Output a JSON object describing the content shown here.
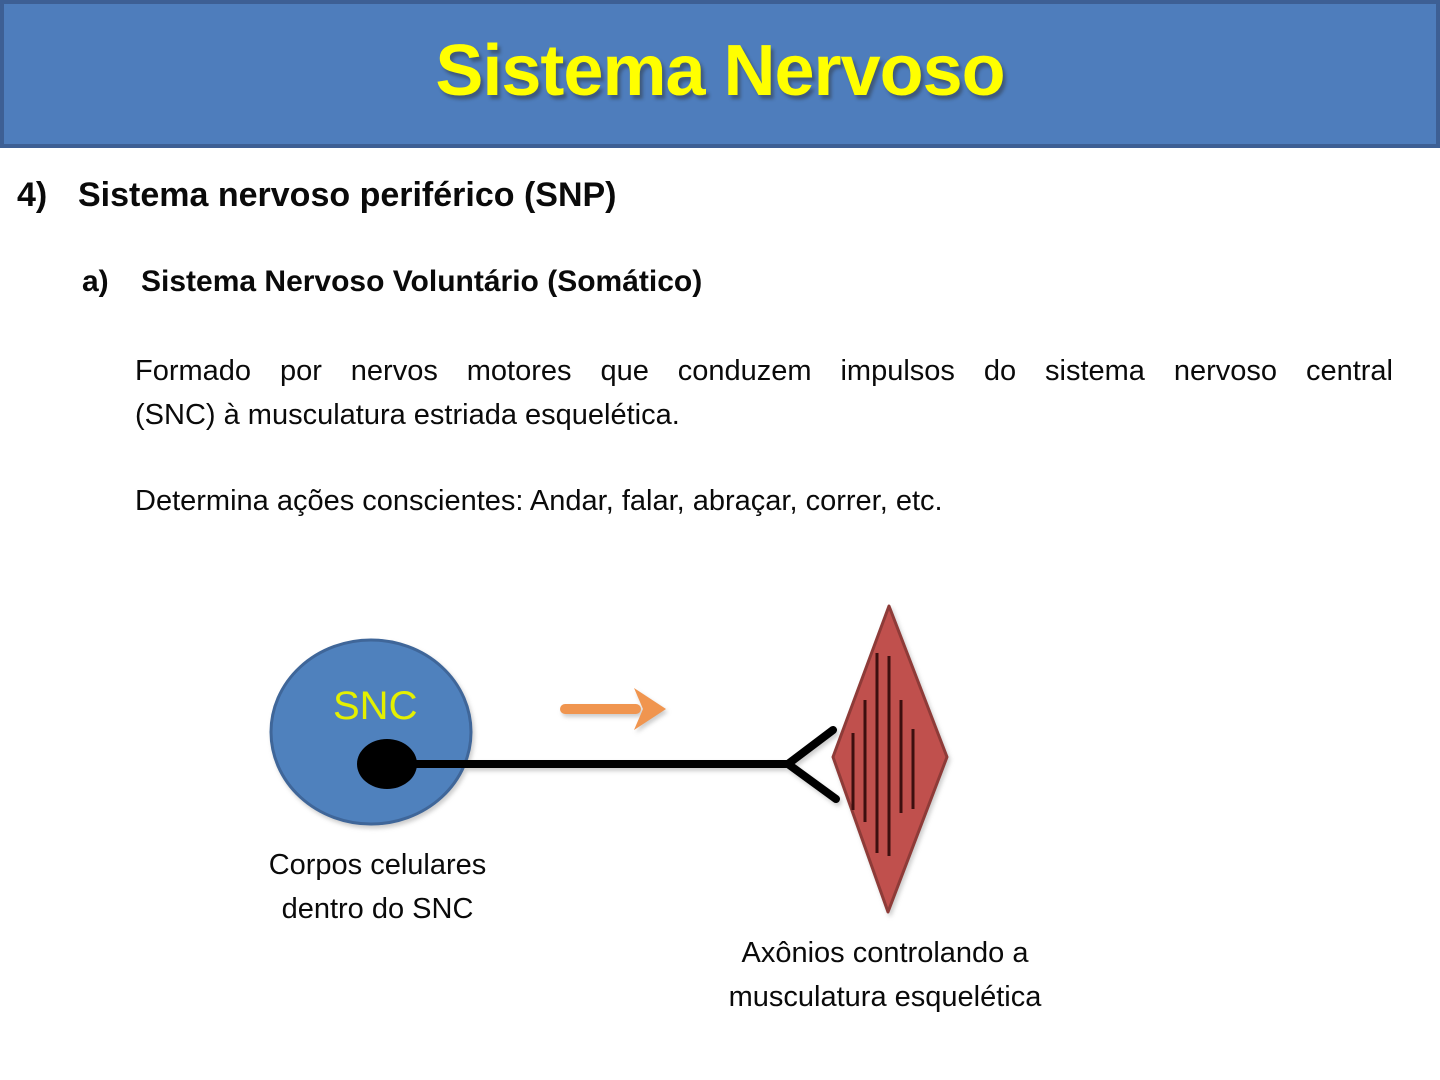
{
  "slide": {
    "title": "Sistema Nervoso",
    "section": {
      "marker": "4)",
      "label": "Sistema nervoso periférico (SNP)"
    },
    "subsection": {
      "marker": "a)",
      "label": "Sistema Nervoso Voluntário (Somático)"
    },
    "paragraphs": {
      "formado_line1": "Formado por nervos motores que conduzem impulsos do sistema nervoso central",
      "formado_line2": "(SNC) à musculatura estriada esquelética.",
      "determina": "Determina ações conscientes: Andar, falar, abraçar, correr, etc."
    },
    "diagram": {
      "snc_label": "SNC",
      "cell_bodies_caption_line1": "Corpos celulares",
      "cell_bodies_caption_line2": "dentro do SNC",
      "axons_caption_line1": "Axônios controlando a",
      "axons_caption_line2": "musculatura esquelética"
    },
    "colors": {
      "banner_fill": "#4E7DBC",
      "banner_border": "#3D5F94",
      "title_text": "#FFFF00",
      "snc_ellipse_fill": "#4F81BD",
      "snc_ellipse_border": "#3F6699",
      "snc_label_text": "#E4F000",
      "cell_body_fill": "#000000",
      "axon_stroke": "#000000",
      "arrow_fill": "#F0954F",
      "muscle_fill": "#C0504D",
      "muscle_border": "#8E3B38",
      "muscle_striation": "#3D0F0F"
    }
  }
}
